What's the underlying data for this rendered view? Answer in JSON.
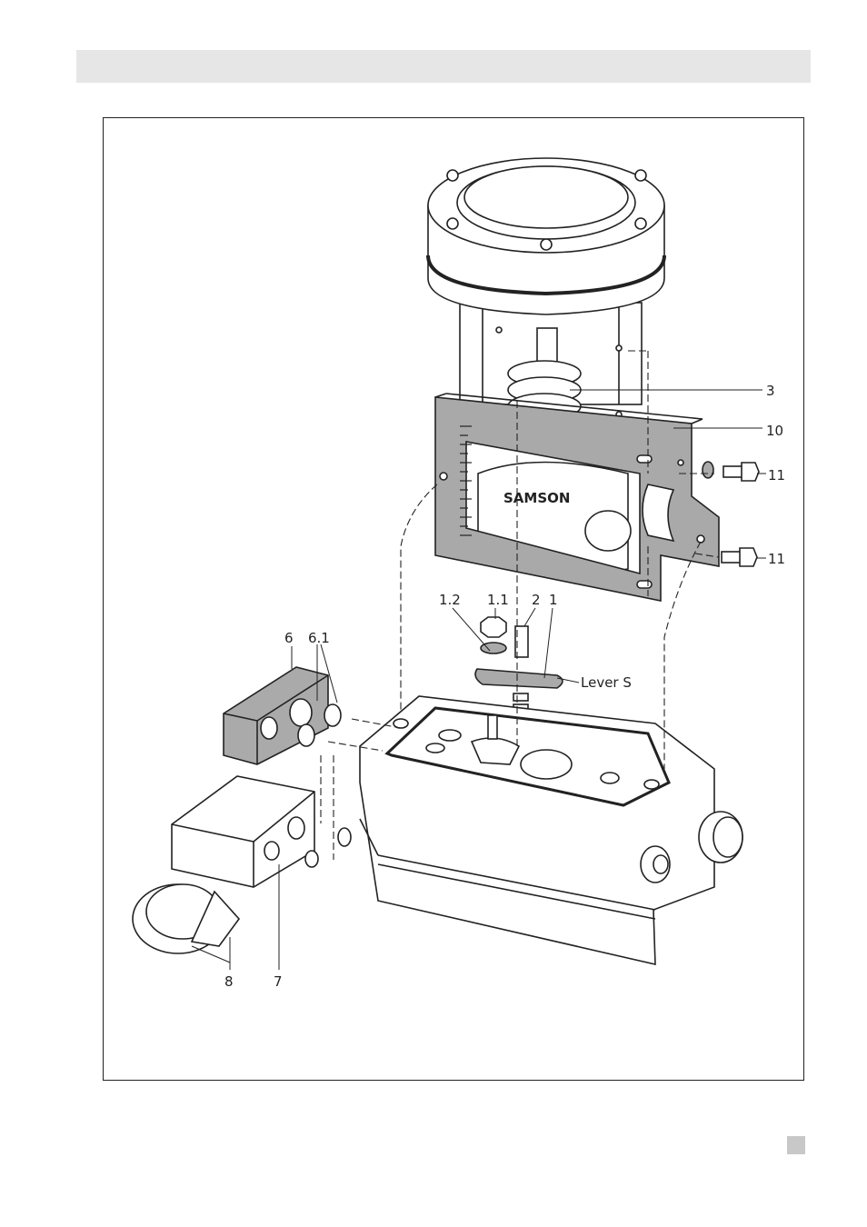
{
  "diagram": {
    "labels": {
      "part_1": "1",
      "part_1_1": "1.1",
      "part_1_2": "1.2",
      "part_2": "2",
      "part_3": "3",
      "part_6": "6",
      "part_6_1": "6.1",
      "part_7": "7",
      "part_8": "8",
      "part_10": "10",
      "part_11_upper": "11",
      "part_11_lower": "11",
      "lever": "Lever S",
      "brand": "SAMSON"
    }
  },
  "colors": {
    "bracket_fill": "#a9a9a9",
    "header_bar": "#e6e6e6",
    "line": "#222222"
  }
}
